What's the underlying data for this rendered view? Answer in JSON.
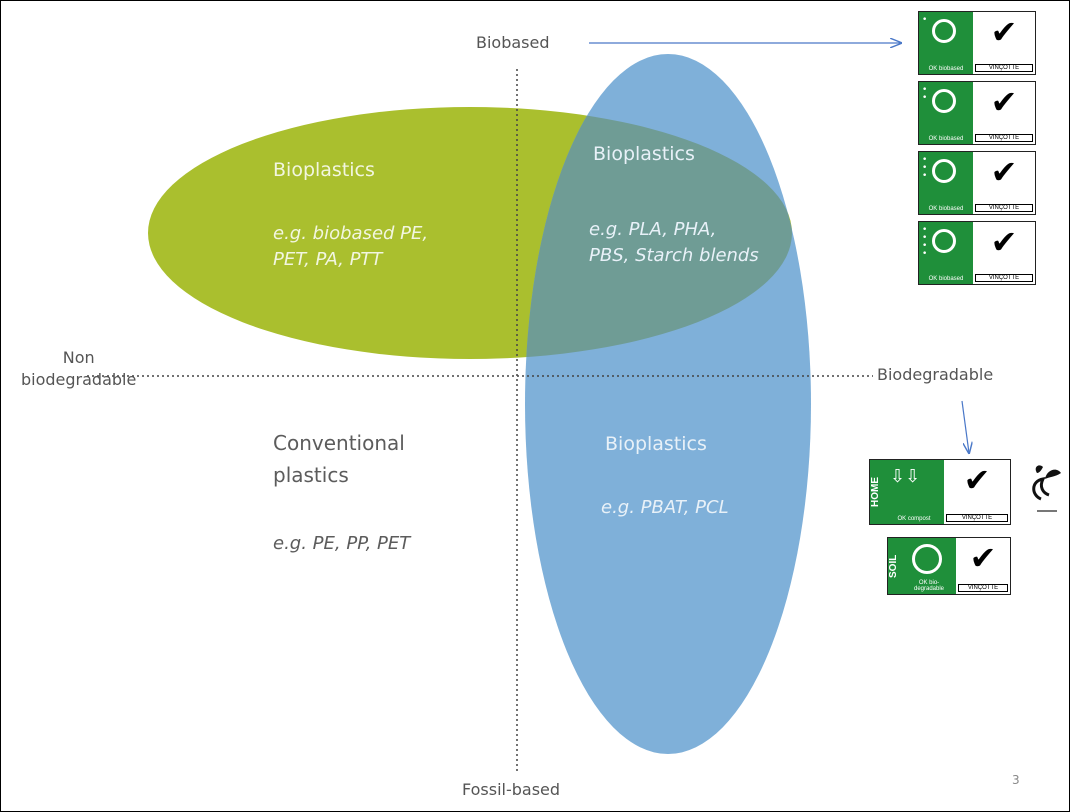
{
  "axes": {
    "top": "Biobased",
    "bottom": "Fossil-based",
    "left": "Non\nbiodegradable",
    "right": "Biodegradable"
  },
  "regions": {
    "top_left": {
      "title": "Bioplastics",
      "examples": "e.g. biobased PE,\nPET, PA, PTT"
    },
    "top_right": {
      "title": "Bioplastics",
      "examples": "e.g. PLA, PHA,\nPBS, Starch blends"
    },
    "bottom_left": {
      "title": "Conventional\nplastics",
      "examples": "e.g. PE, PP, PET"
    },
    "bottom_right": {
      "title": "Bioplastics",
      "examples": "e.g. PBAT, PCL"
    }
  },
  "badges": {
    "biobased_caption": "OK biobased",
    "brand": "VINÇOTTE",
    "home_side": "HOME",
    "home_caption": "OK compost",
    "soil_side": "SOIL",
    "soil_caption": "OK bio-degradable"
  },
  "page_number": "3",
  "colors": {
    "green_ellipse": "#aabf2e",
    "blue_ellipse": "#7fb0d9",
    "overlap": "#6f9c95",
    "arrow": "#4a78c8",
    "badge_green": "#1f8f3a"
  }
}
